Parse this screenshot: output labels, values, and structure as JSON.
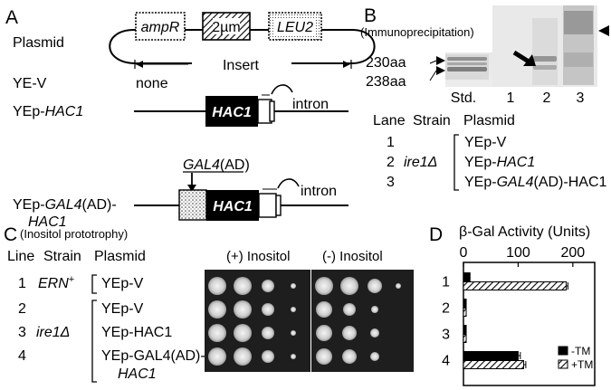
{
  "panelA": {
    "letter": "A",
    "plasmid_label": "Plasmid",
    "box_ampR": "ampR",
    "box_2um": "2µm",
    "box_LEU2": "LEU2",
    "insert_label": "Insert",
    "rows": [
      {
        "name": "YE-V",
        "insert": "none"
      },
      {
        "name": "YEp-",
        "name_italic": "HAC1",
        "gene": "HAC1",
        "intron": "intron"
      },
      {
        "name": "YEp-",
        "name_italic": "GAL4",
        "name_rest": "(AD)-",
        "name_line2": "HAC1",
        "gal4_italic": "GAL4",
        "gal4_rest": "(AD)",
        "gene": "HAC1",
        "intron": "intron"
      }
    ]
  },
  "panelB": {
    "letter": "B",
    "subtitle": "(Immunoprecipitation)",
    "marker1": "230aa",
    "marker2": "238aa",
    "lanes": [
      "Std.",
      "1",
      "2",
      "3"
    ],
    "table_headers": [
      "Lane",
      "Strain",
      "Plasmid"
    ],
    "table_rows": [
      {
        "lane": "1",
        "strain": "",
        "plasmid_pre": "YEp-V",
        "plasmid_italic": "",
        "plasmid_post": ""
      },
      {
        "lane": "2",
        "strain": "ire1Δ",
        "plasmid_pre": "YEp-",
        "plasmid_italic": "HAC1",
        "plasmid_post": ""
      },
      {
        "lane": "3",
        "strain": "",
        "plasmid_pre": "YEp-",
        "plasmid_italic": "GAL4",
        "plasmid_post": "(AD)-HAC1"
      }
    ]
  },
  "panelC": {
    "letter": "C",
    "subtitle": "(Inositol prototrophy)",
    "headers": [
      "Line",
      "Strain",
      "Plasmid"
    ],
    "plus_label": "(+)  Inositol",
    "minus_label": "(-)  Inositol",
    "rows": [
      {
        "line": "1",
        "strain": "ERN",
        "strain_sup": "+",
        "plasmid": "YEp-V",
        "plasmid2": ""
      },
      {
        "line": "2",
        "strain": "",
        "plasmid": "YEp-V",
        "plasmid2": ""
      },
      {
        "line": "3",
        "strain": "ire1Δ",
        "plasmid": "YEp-HAC1",
        "plasmid2": ""
      },
      {
        "line": "4",
        "strain": "",
        "plasmid": "YEp-GAL4(AD)-",
        "plasmid2": "HAC1"
      }
    ]
  },
  "panelD": {
    "letter": "D",
    "title": "β-Gal Activity (Units)",
    "legend": [
      "-TM",
      "+TM"
    ]
  },
  "chart_data": {
    "type": "bar",
    "orientation": "horizontal",
    "title": "β-Gal Activity (Units)",
    "categories": [
      "1",
      "2",
      "3",
      "4"
    ],
    "xlim": [
      0,
      240
    ],
    "xticks": [
      0,
      100,
      200
    ],
    "series": [
      {
        "name": "-TM",
        "values": [
          12,
          5,
          5,
          100
        ],
        "errors": [
          0,
          0,
          0,
          4
        ]
      },
      {
        "name": "+TM",
        "values": [
          188,
          5,
          5,
          110
        ],
        "errors": [
          3,
          0,
          0,
          4
        ]
      }
    ]
  }
}
